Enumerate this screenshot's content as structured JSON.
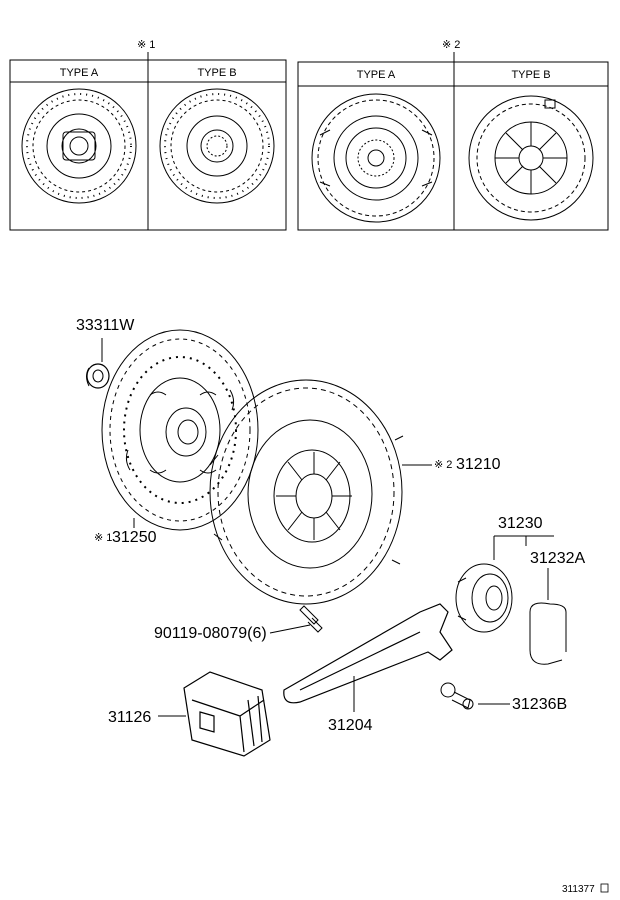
{
  "callouts": {
    "note1": "※ 1",
    "note2": "※ 2"
  },
  "panel1": {
    "type_a": "TYPE A",
    "type_b": "TYPE B"
  },
  "panel2": {
    "type_a": "TYPE A",
    "type_b": "TYPE B"
  },
  "parts": {
    "bearing": "33311W",
    "cover": "31210",
    "cover_note": "※ 2",
    "disc": "31250",
    "disc_note": "※ 1",
    "bolt": "90119-08079(6)",
    "release_bearing": "31230",
    "clip": "31232A",
    "boot": "31126",
    "fork": "31204",
    "pivot": "31236B"
  },
  "figure_id": "311377",
  "colors": {
    "line": "#000000",
    "background": "#ffffff"
  }
}
